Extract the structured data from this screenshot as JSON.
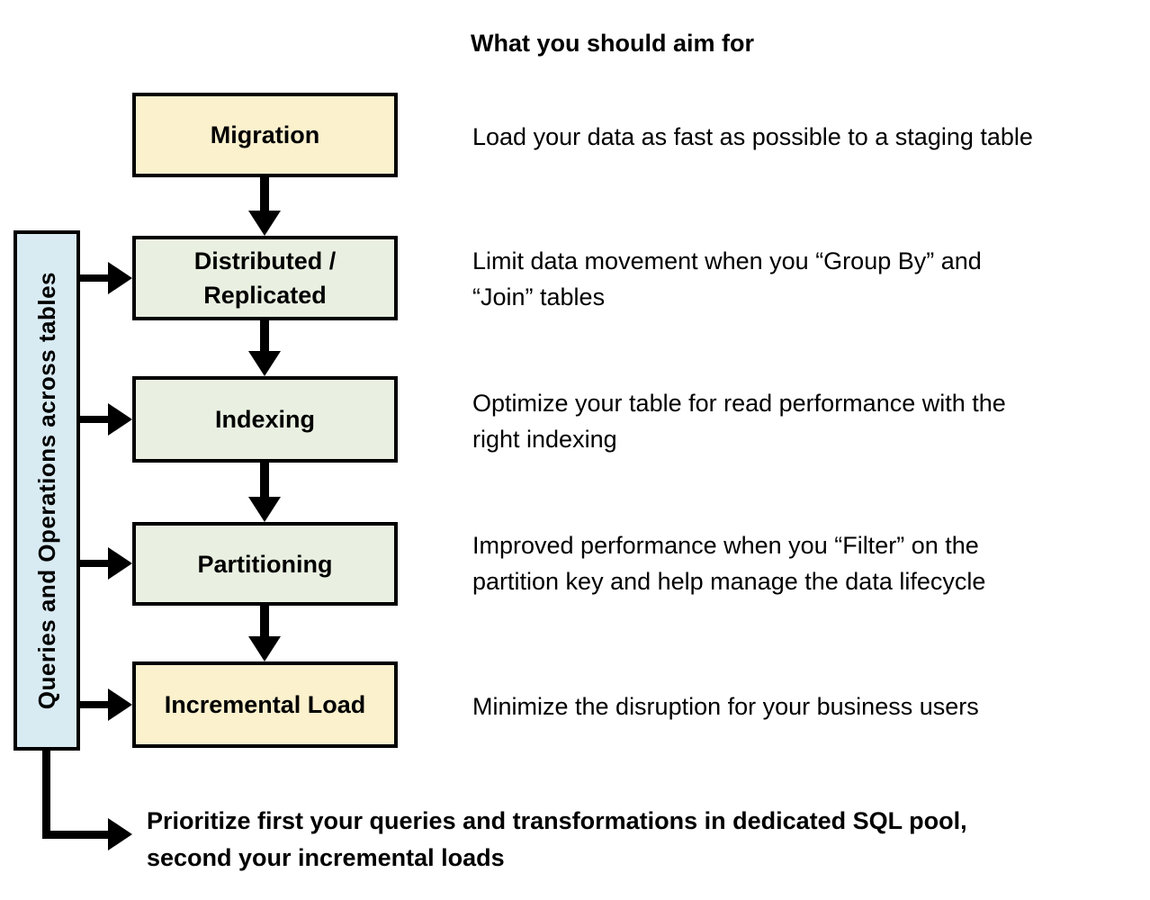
{
  "title": "What you should aim for",
  "colors": {
    "cream": "#FBF1CD",
    "green": "#E9F0E1",
    "blue": "#D8EAF2",
    "line": "#000000"
  },
  "sidebar": {
    "label": "Queries and Operations across tables"
  },
  "steps": [
    {
      "label": "Migration",
      "fill": "cream",
      "description": "Load your data as fast as possible to a staging table"
    },
    {
      "label": "Distributed /\nReplicated",
      "fill": "green",
      "description": "Limit data movement when you “Group By” and\n“Join” tables"
    },
    {
      "label": "Indexing",
      "fill": "green",
      "description": "Optimize your table for read performance with the\nright indexing"
    },
    {
      "label": "Partitioning",
      "fill": "green",
      "description": "Improved performance when you “Filter” on the\npartition key and help manage the data lifecycle"
    },
    {
      "label": "Incremental Load",
      "fill": "cream",
      "description": "Minimize the disruption for your business users"
    }
  ],
  "footer": {
    "note": "Prioritize first your queries and transformations in dedicated SQL pool,\nsecond your incremental loads"
  }
}
